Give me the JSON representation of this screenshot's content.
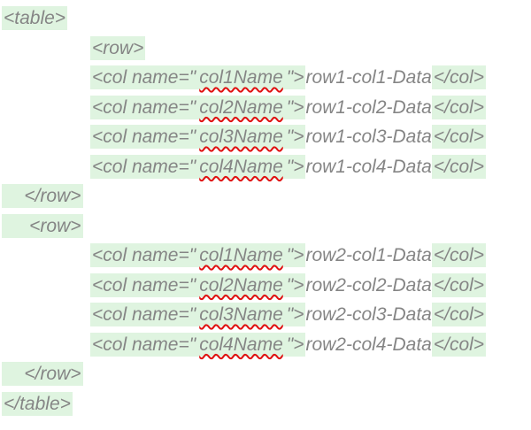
{
  "colors": {
    "highlight_green": "#dff4e0",
    "text_gray": "#858585",
    "squiggle_red": "#e01111",
    "page_background": "#ffffff"
  },
  "document": {
    "description_labels": {
      "tag_segment": "highlighted-xml-tag",
      "data_segment": "xml-data-value",
      "misspelled_segment": "misspelled-attribute-value"
    },
    "code_lines": [
      {
        "indent": 0,
        "segments": [
          {
            "text": "<table>",
            "hl": true
          }
        ]
      },
      {
        "indent": 100,
        "segments": [
          {
            "text": "<row>",
            "hl": true
          }
        ]
      },
      {
        "indent": 100,
        "segments": [
          {
            "text": "<col name=\"",
            "hl": true
          },
          {
            "text": "col1Name",
            "hl": true,
            "spell": true
          },
          {
            "text": "\">",
            "hl": true
          },
          {
            "text": "row1-col1-Data",
            "hl": false
          },
          {
            "text": "</col>",
            "hl": true
          }
        ]
      },
      {
        "indent": 100,
        "segments": [
          {
            "text": "<col name=\"",
            "hl": true
          },
          {
            "text": "col2Name",
            "hl": true,
            "spell": true
          },
          {
            "text": "\">",
            "hl": true
          },
          {
            "text": "row1-col2-Data",
            "hl": false
          },
          {
            "text": "</col>",
            "hl": true
          }
        ]
      },
      {
        "indent": 100,
        "segments": [
          {
            "text": "<col name=\"",
            "hl": true
          },
          {
            "text": "col3Name",
            "hl": true,
            "spell": true
          },
          {
            "text": "\">",
            "hl": true
          },
          {
            "text": "row1-col3-Data",
            "hl": false
          },
          {
            "text": "</col>",
            "hl": true
          }
        ]
      },
      {
        "indent": 100,
        "segments": [
          {
            "text": "<col name=\"",
            "hl": true
          },
          {
            "text": "col4Name",
            "hl": true,
            "spell": true
          },
          {
            "text": "\">",
            "hl": true
          },
          {
            "text": "row1-col4-Data",
            "hl": false
          },
          {
            "text": "</col>",
            "hl": true
          }
        ]
      },
      {
        "indent": 0,
        "segments": [
          {
            "text": "    </row>",
            "hl": true
          }
        ]
      },
      {
        "indent": 0,
        "segments": [
          {
            "text": "     <row>",
            "hl": true
          }
        ]
      },
      {
        "indent": 100,
        "segments": [
          {
            "text": "<col name=\"",
            "hl": true
          },
          {
            "text": "col1Name",
            "hl": true,
            "spell": true
          },
          {
            "text": "\">",
            "hl": true
          },
          {
            "text": "row2-col1-Data",
            "hl": false
          },
          {
            "text": "</col>",
            "hl": true
          }
        ]
      },
      {
        "indent": 100,
        "segments": [
          {
            "text": "<col name=\"",
            "hl": true
          },
          {
            "text": "col2Name",
            "hl": true,
            "spell": true
          },
          {
            "text": "\">",
            "hl": true
          },
          {
            "text": "row2-col2-Data",
            "hl": false
          },
          {
            "text": "</col>",
            "hl": true
          }
        ]
      },
      {
        "indent": 100,
        "segments": [
          {
            "text": "<col name=\"",
            "hl": true
          },
          {
            "text": "col3Name",
            "hl": true,
            "spell": true
          },
          {
            "text": "\">",
            "hl": true
          },
          {
            "text": "row2-col3-Data",
            "hl": false
          },
          {
            "text": "</col>",
            "hl": true
          }
        ]
      },
      {
        "indent": 100,
        "segments": [
          {
            "text": "<col name=\"",
            "hl": true
          },
          {
            "text": "col4Name",
            "hl": true,
            "spell": true
          },
          {
            "text": "\">",
            "hl": true
          },
          {
            "text": "row2-col4-Data",
            "hl": false
          },
          {
            "text": "</col>",
            "hl": true
          }
        ]
      },
      {
        "indent": 0,
        "segments": [
          {
            "text": "    </row>",
            "hl": true
          }
        ]
      },
      {
        "indent": 0,
        "segments": [
          {
            "text": "</table>",
            "hl": true
          }
        ]
      }
    ]
  }
}
